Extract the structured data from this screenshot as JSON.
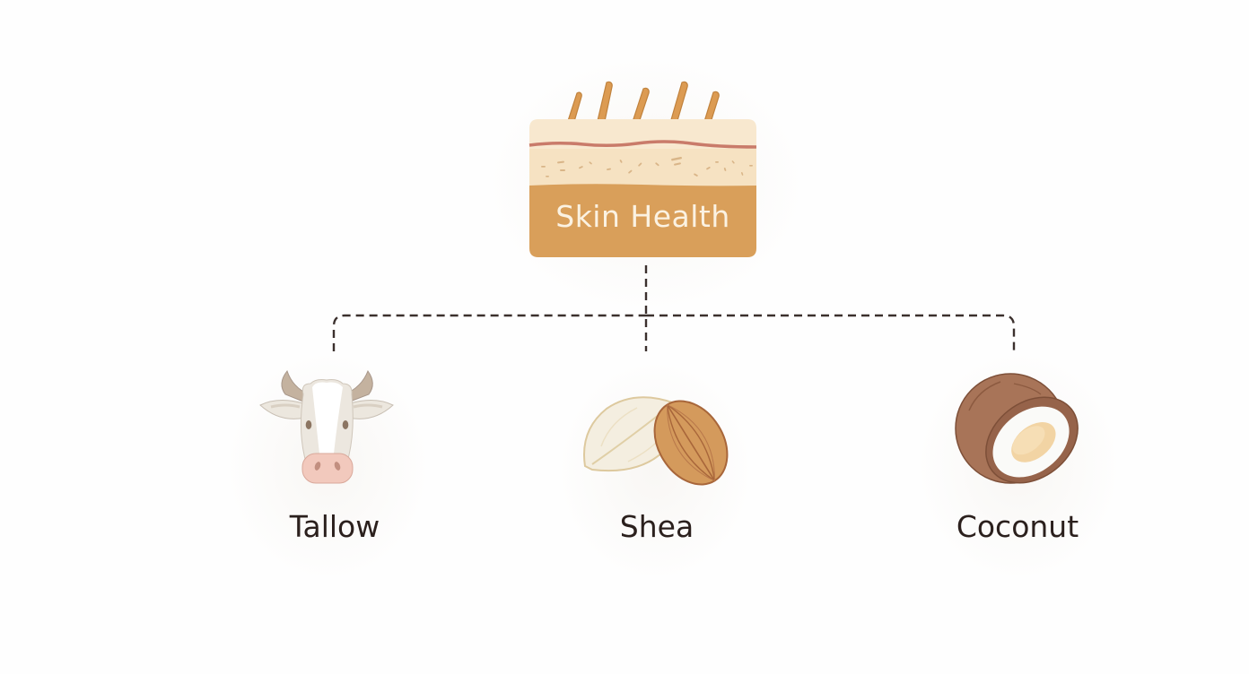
{
  "diagram": {
    "type": "hierarchy",
    "root": {
      "label": "Skin Health",
      "icon": "skin-layers-icon",
      "colors": {
        "top_layer": "#f8e8cf",
        "membrane": "#c97b6a",
        "dermis": "#f6e4c6",
        "base": "#d99f5a",
        "hair": "#dc9b52",
        "text": "#fbf2e2"
      }
    },
    "children": [
      {
        "label": "Tallow",
        "icon": "cow-icon"
      },
      {
        "label": "Shea",
        "icon": "shea-nut-icon"
      },
      {
        "label": "Coconut",
        "icon": "coconut-icon"
      }
    ],
    "connector": {
      "style": "dashed",
      "color": "#3b302d"
    },
    "text_color": "#2b201d",
    "background": "#fefefe"
  }
}
